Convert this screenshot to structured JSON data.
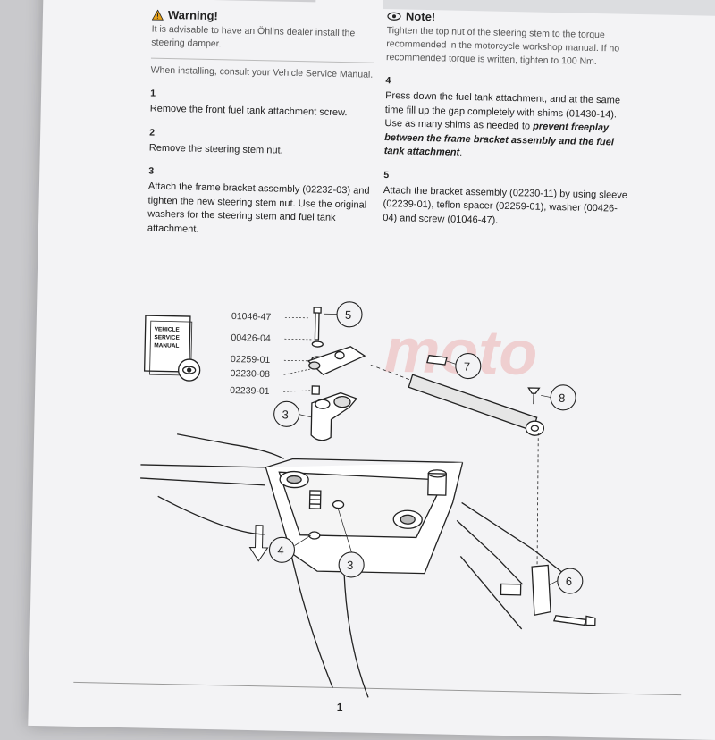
{
  "warning": {
    "title": "Warning!",
    "text": "It is advisable to have an Öhlins dealer install the steering damper."
  },
  "intro": "When installing, consult your Vehicle Service Manual.",
  "steps_left": [
    {
      "num": "1",
      "text": "Remove the front fuel tank attachment screw."
    },
    {
      "num": "2",
      "text": "Remove the steering stem nut."
    },
    {
      "num": "3",
      "text": "Attach the frame bracket assembly (02232-03) and tighten the new steering stem nut. Use the original washers for the steering stem and fuel tank attachment."
    }
  ],
  "note": {
    "title": "Note!",
    "text": "Tighten the top nut of the steering stem to the torque recommended in the motorcycle workshop manual. If no recommended torque is written, tighten to 100 Nm."
  },
  "step4": {
    "num": "4",
    "text_a": "Press down the fuel tank attachment, and at the same time fill up the gap completely with shims (01430-14). Use as many shims as needed to ",
    "text_em": "prevent freeplay between the frame bracket assembly and the fuel tank attachment",
    "text_b": "."
  },
  "step5": {
    "num": "5",
    "text": "Attach the bracket assembly (02230-11) by using sleeve (02239-01), teflon spacer (02259-01), washer (00426-04) and screw (01046-47)."
  },
  "diagram": {
    "part_labels": [
      "01046-47",
      "00426-04",
      "02259-01",
      "02230-08",
      "02239-01"
    ],
    "callouts": [
      "5",
      "7",
      "8",
      "3",
      "4",
      "3",
      "6"
    ],
    "manual_box": [
      "VEHICLE",
      "SERVICE",
      "MANUAL"
    ],
    "watermark": "moto"
  },
  "page_number": "1",
  "colors": {
    "warning": "#e8a21a",
    "paper": "#f3f3f5",
    "ink": "#222222"
  }
}
